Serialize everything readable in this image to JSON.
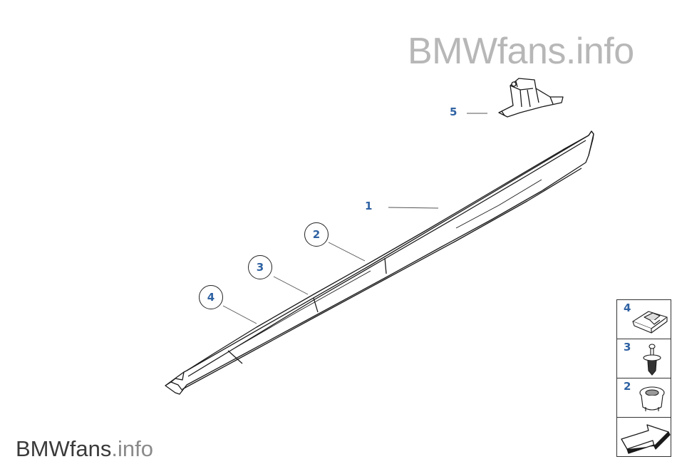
{
  "watermark_top": {
    "brand": "BMWfans",
    "tld": ".info"
  },
  "watermark_bottom": {
    "brand": "BMWfans",
    "tld": ".info"
  },
  "callouts": {
    "part1": "1",
    "part2": "2",
    "part3": "3",
    "part4": "4",
    "part5": "5"
  },
  "legend": {
    "items": [
      {
        "number": "4",
        "icon": "clip-nut-icon"
      },
      {
        "number": "3",
        "icon": "expanding-rivet-icon"
      },
      {
        "number": "2",
        "icon": "grommet-icon"
      },
      {
        "number": "",
        "icon": "navigate-arrow-icon"
      }
    ]
  },
  "colors": {
    "callout_blue": "#2f62a3",
    "line": "#222222",
    "watermark_grey": "#b7b7b7"
  }
}
